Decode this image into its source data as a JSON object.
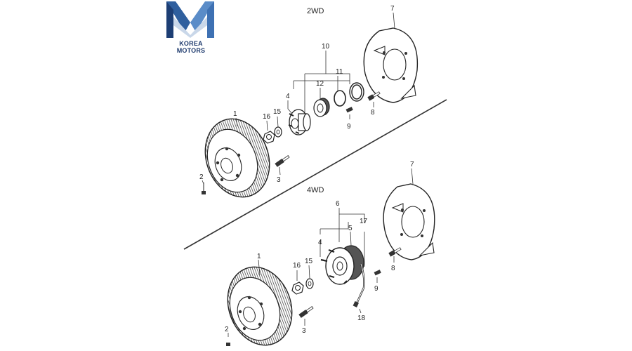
{
  "brand": {
    "name": "KOREA MOTORS"
  },
  "sections": {
    "top": "2WD",
    "bottom": "4WD"
  },
  "callouts": {
    "top": [
      "1",
      "2",
      "3",
      "4",
      "7",
      "8",
      "9",
      "10",
      "11",
      "12",
      "15",
      "16"
    ],
    "bottom": [
      "1",
      "2",
      "3",
      "4",
      "5",
      "6",
      "7",
      "8",
      "9",
      "15",
      "16",
      "17",
      "18"
    ]
  }
}
